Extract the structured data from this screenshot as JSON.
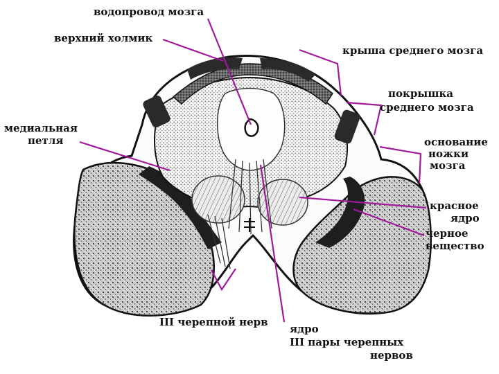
{
  "labels": {
    "aqueduct": "водопровод мозга",
    "superior_colliculus": "верхний холмик",
    "tectum": "крыша среднего мозга",
    "tegmentum_1": "покрышка",
    "tegmentum_2": "среднего мозга",
    "base_1": "основание",
    "base_2": "ножки",
    "base_3": "мозга",
    "medial_lemniscus_1": "медиальная",
    "medial_lemniscus_2": "петля",
    "red_nucleus_1": "красное",
    "red_nucleus_2": "ядро",
    "substantia_nigra_1": "черное",
    "substantia_nigra_2": "вещество",
    "cn3_nerve": "III черепной нерв",
    "cn3_nucleus_1": "ядро",
    "cn3_nucleus_2": "III пары черепных",
    "cn3_nucleus_3": "нервов"
  },
  "colors": {
    "pointer": "#a1199b",
    "ink": "#1a1a1a",
    "background": "#ffffff"
  }
}
